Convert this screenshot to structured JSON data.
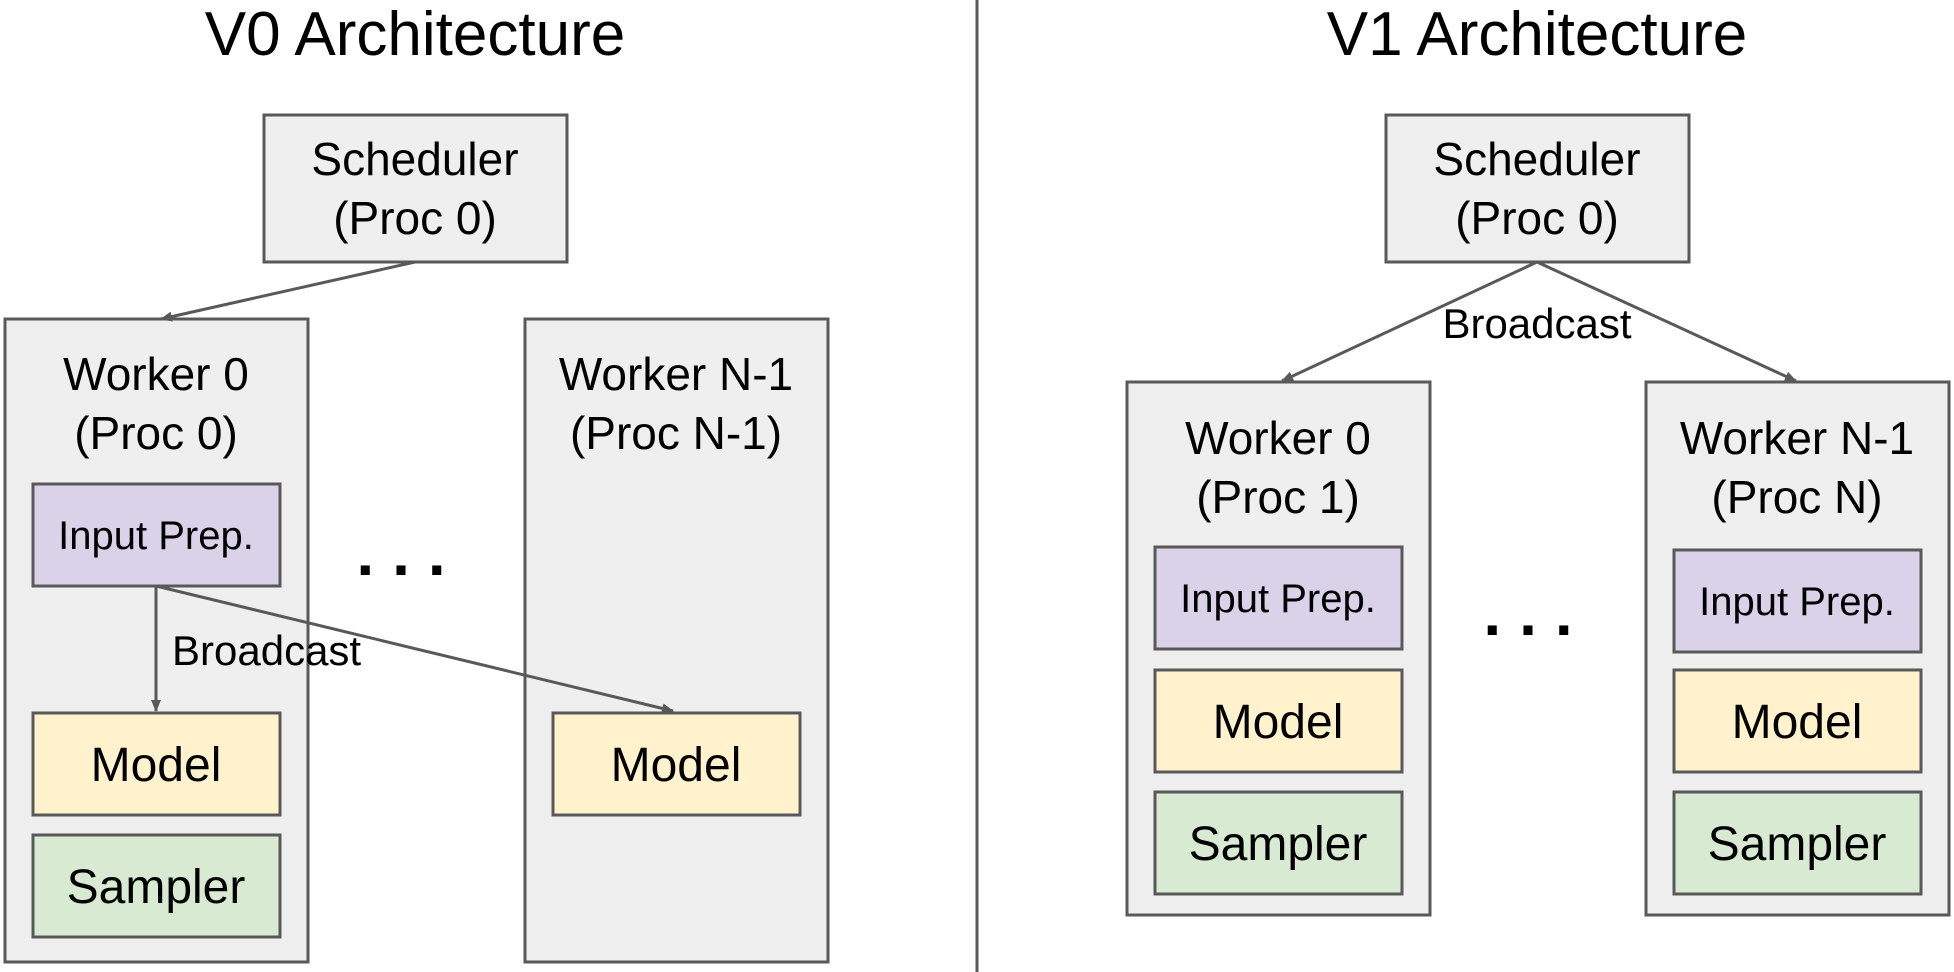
{
  "v0": {
    "title": "V0 Architecture",
    "scheduler": {
      "line1": "Scheduler",
      "line2": "(Proc 0)"
    },
    "worker0": {
      "line1": "Worker 0",
      "line2": "(Proc 0)",
      "input_prep": "Input Prep.",
      "model": "Model",
      "sampler": "Sampler"
    },
    "workerN": {
      "line1": "Worker N-1",
      "line2": "(Proc N-1)",
      "model": "Model"
    },
    "broadcast_label": "Broadcast",
    "ellipsis": "..."
  },
  "v1": {
    "title": "V1 Architecture",
    "scheduler": {
      "line1": "Scheduler",
      "line2": "(Proc 0)"
    },
    "broadcast_label": "Broadcast",
    "worker0": {
      "line1": "Worker 0",
      "line2": "(Proc 1)",
      "input_prep": "Input Prep.",
      "model": "Model",
      "sampler": "Sampler"
    },
    "workerN": {
      "line1": "Worker N-1",
      "line2": "(Proc N)",
      "input_prep": "Input Prep.",
      "model": "Model",
      "sampler": "Sampler"
    },
    "ellipsis": "..."
  },
  "colors": {
    "box_fill": "#efefef",
    "border": "#595959",
    "input_prep_fill": "#d9d2e9",
    "model_fill": "#fff2cc",
    "sampler_fill": "#d9ead3"
  }
}
